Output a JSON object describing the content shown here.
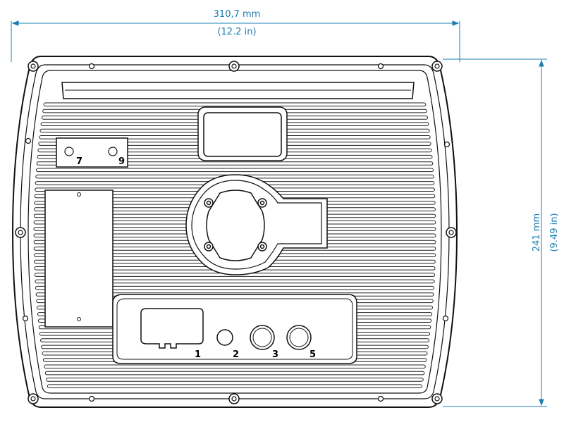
{
  "dimensions": {
    "width_metric": "310,7 mm",
    "width_imperial": "(12.2 in)",
    "height_metric": "241 mm",
    "height_imperial": "(9.49 in)"
  },
  "ports": {
    "p1": "1",
    "p2": "2",
    "p3": "3",
    "p5": "5"
  },
  "plate_labels": {
    "l7": "7",
    "l9": "9"
  },
  "colors": {
    "dimension_line": "#1a7fb0",
    "outline": "#111111",
    "background": "#ffffff"
  }
}
